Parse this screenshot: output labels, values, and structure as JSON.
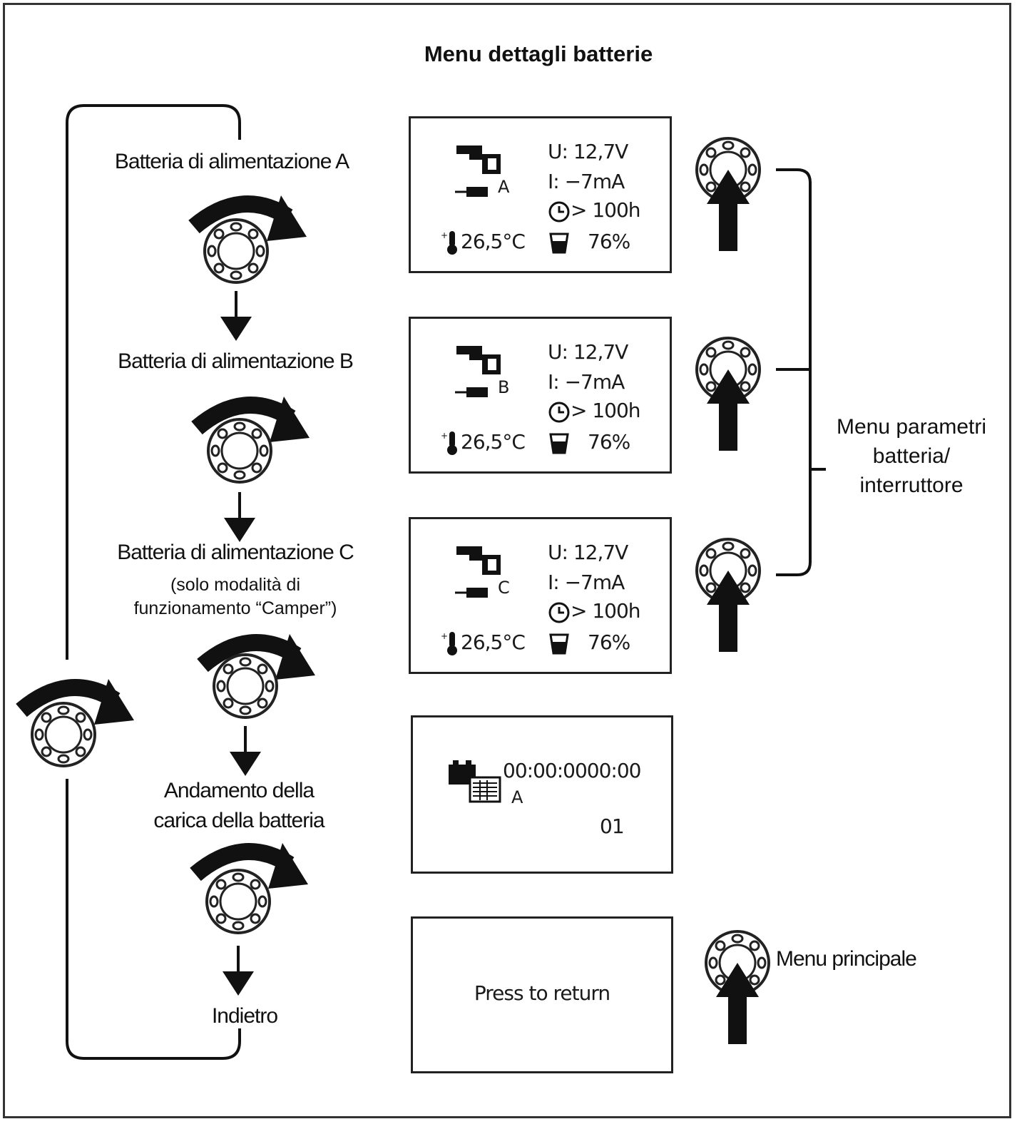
{
  "title": "Menu dettagli batterie",
  "steps": {
    "a": "Batteria di alimentazione  A",
    "b": "Batteria di alimentazione  B",
    "c": "Batteria di alimentazione  C",
    "c_note_1": "(solo modalità di",
    "c_note_2": "funzionamento “Camper”)",
    "charge_1": "Andamento della",
    "charge_2": "carica della batteria",
    "back": "Indietro"
  },
  "screens": {
    "battery": [
      {
        "id": "A",
        "voltage": "U: 12,7V",
        "current": "I:  −7mA",
        "time": "> 100h",
        "temp": "26,5°C",
        "soc": "76%"
      },
      {
        "id": "B",
        "voltage": "U: 12,7V",
        "current": "I:  −7mA",
        "time": "> 100h",
        "temp": "26,5°C",
        "soc": "76%"
      },
      {
        "id": "C",
        "voltage": "U: 12,7V",
        "current": "I:  −7mA",
        "time": "> 100h",
        "temp": "26,5°C",
        "soc": "76%"
      }
    ],
    "charge": {
      "datetime": "00:00:0000:00",
      "battery": "A",
      "index": "01"
    },
    "return_text": "Press  to  return"
  },
  "side_labels": {
    "params_1": "Menu parametri",
    "params_2": "batteria/",
    "params_3": "interruttore",
    "main_menu": "Menu principale"
  },
  "icons": [
    "rotary-knob-icon",
    "rotate-arrow-icon",
    "down-arrow-icon",
    "press-arrow-icon",
    "battery-plug-icon",
    "thermometer-icon",
    "clock-icon",
    "fuel-gauge-icon",
    "calendar-battery-icon"
  ]
}
